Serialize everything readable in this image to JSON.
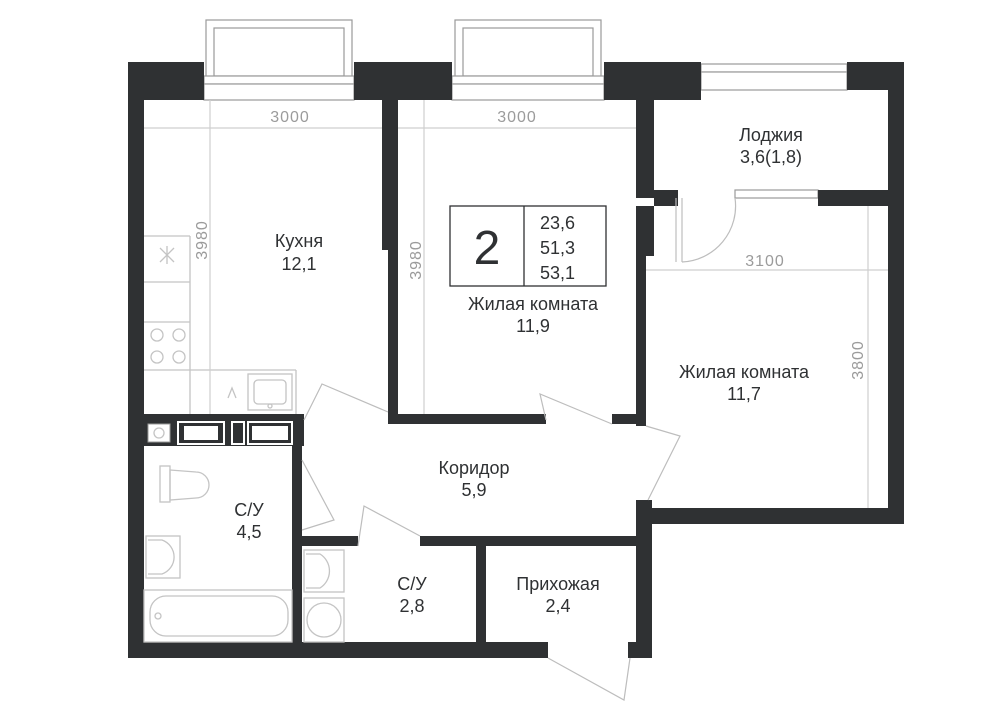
{
  "badge": {
    "rooms": "2",
    "living_area": "23,6",
    "total_area": "51,3",
    "total_with_loggia": "53,1"
  },
  "rooms": {
    "kitchen": {
      "name": "Кухня",
      "area": "12,1"
    },
    "living1": {
      "name": "Жилая комната",
      "area": "11,9"
    },
    "living2": {
      "name": "Жилая комната",
      "area": "11,7"
    },
    "loggia": {
      "name": "Лоджия",
      "area": "3,6(1,8)"
    },
    "corridor": {
      "name": "Коридор",
      "area": "5,9"
    },
    "bath1": {
      "name": "С/У",
      "area": "4,5"
    },
    "bath2": {
      "name": "С/У",
      "area": "2,8"
    },
    "hall": {
      "name": "Прихожая",
      "area": "2,4"
    }
  },
  "dimensions": {
    "kitchen_width": "3000",
    "kitchen_depth": "3980",
    "living1_width": "3000",
    "living1_depth": "3980",
    "living2_width": "3100",
    "living2_depth": "3800"
  },
  "colors": {
    "wall": "#2f3133",
    "dimension": "#9b9b9b",
    "fixture": "#c4c4c4"
  }
}
